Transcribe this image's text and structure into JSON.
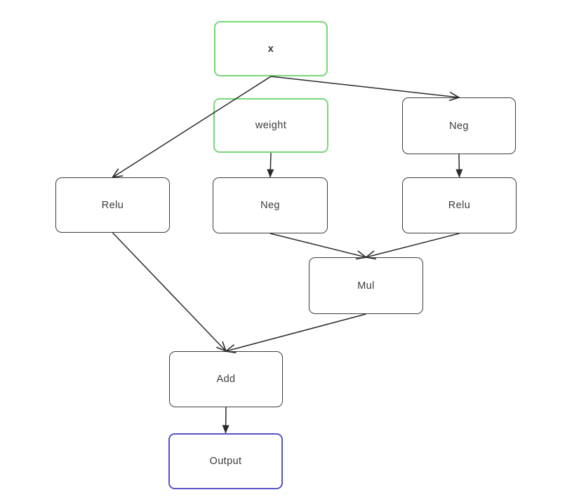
{
  "diagram": {
    "type": "computation-graph",
    "nodes": {
      "x": {
        "label": "x",
        "role": "input"
      },
      "weight": {
        "label": "weight",
        "role": "input"
      },
      "neg_right": {
        "label": "Neg",
        "role": "op"
      },
      "relu_left": {
        "label": "Relu",
        "role": "op"
      },
      "neg_mid": {
        "label": "Neg",
        "role": "op"
      },
      "relu_right": {
        "label": "Relu",
        "role": "op"
      },
      "mul": {
        "label": "Mul",
        "role": "op"
      },
      "add": {
        "label": "Add",
        "role": "op"
      },
      "output": {
        "label": "Output",
        "role": "output"
      }
    },
    "edges": [
      {
        "from": "x",
        "to": "relu_left",
        "head": "open"
      },
      {
        "from": "x",
        "to": "neg_right",
        "head": "open"
      },
      {
        "from": "weight",
        "to": "neg_mid",
        "head": "solid"
      },
      {
        "from": "neg_right",
        "to": "relu_right",
        "head": "solid"
      },
      {
        "from": "neg_mid",
        "to": "mul",
        "head": "open"
      },
      {
        "from": "relu_right",
        "to": "mul",
        "head": "open"
      },
      {
        "from": "relu_left",
        "to": "add",
        "head": "open"
      },
      {
        "from": "mul",
        "to": "add",
        "head": "open"
      },
      {
        "from": "add",
        "to": "output",
        "head": "solid"
      }
    ],
    "colors": {
      "canvas_bg": "#ffffff",
      "node_fill": "#ffffff",
      "label_text": "#3a3a3a",
      "input_border": "#78d778",
      "op_border": "#3c3c3c",
      "output_border": "#5555c8",
      "edge": "#2a2a2a"
    }
  }
}
